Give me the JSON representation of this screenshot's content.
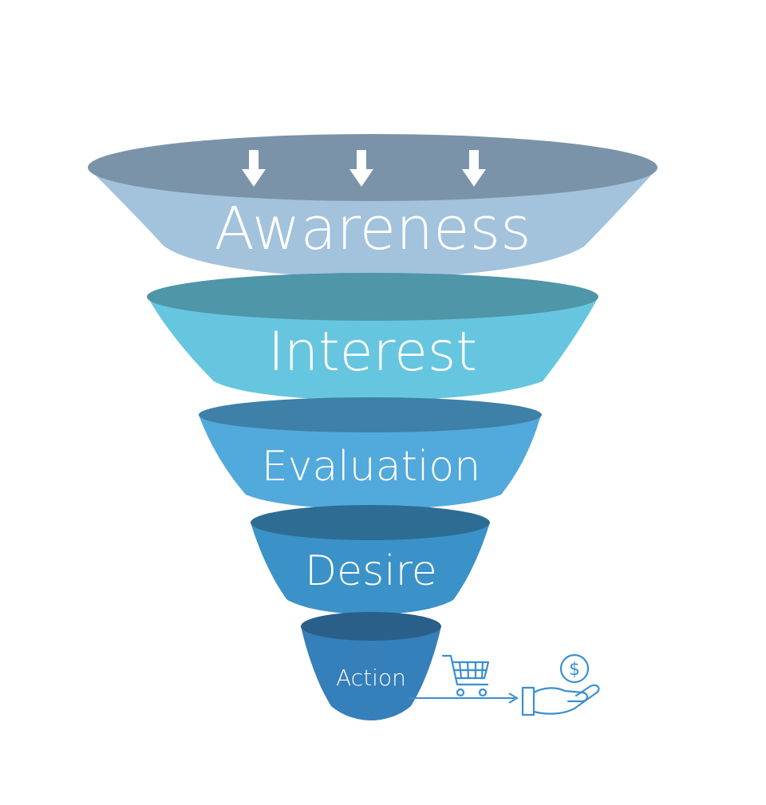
{
  "stages": [
    {
      "label": "Awareness",
      "top_color": "#7a93a8",
      "body_color": "#a3c2dc"
    },
    {
      "label": "Interest",
      "top_color": "#4f96a9",
      "body_color": "#67c6df"
    },
    {
      "label": "Evaluation",
      "top_color": "#3e80a7",
      "body_color": "#52a9dc"
    },
    {
      "label": "Desire",
      "top_color": "#2e6d93",
      "body_color": "#3a92c8"
    },
    {
      "label": "Action",
      "top_color": "#2a5f8a",
      "body_color": "#357fba"
    }
  ],
  "icons": {
    "arrows": "down-arrow-icon",
    "cart": "shopping-cart-icon",
    "hand": "hand-holding-coin-icon",
    "accent_color": "#3a8fd0"
  }
}
